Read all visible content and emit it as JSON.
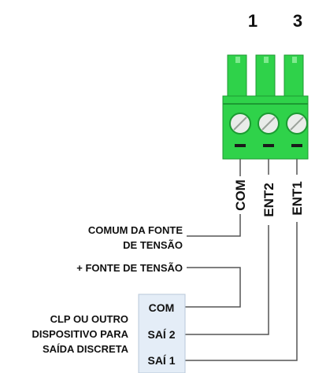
{
  "pin_numbers": {
    "left": "1",
    "right": "3"
  },
  "terminals": {
    "com": "COM",
    "ent2": "ENT2",
    "ent1": "ENT1"
  },
  "labels": {
    "common_line1": "COMUM DA FONTE",
    "common_line2": "DE TENSÃO",
    "plus_supply": "+ FONTE DE TENSÃO",
    "device_line1": "CLP OU OUTRO",
    "device_line2": "DISPOSITIVO PARA",
    "device_line3": "SAÍDA DISCRETA"
  },
  "device_pins": {
    "com": "COM",
    "sai2": "SAÍ 2",
    "sai1": "SAÍ 1"
  },
  "colors": {
    "connector_green": "#2fd24a",
    "connector_dark": "#1c9a32",
    "connector_light": "#7fea8e",
    "screw": "#e9ece9",
    "device_box": "#e4edf7",
    "wire": "#555555"
  }
}
